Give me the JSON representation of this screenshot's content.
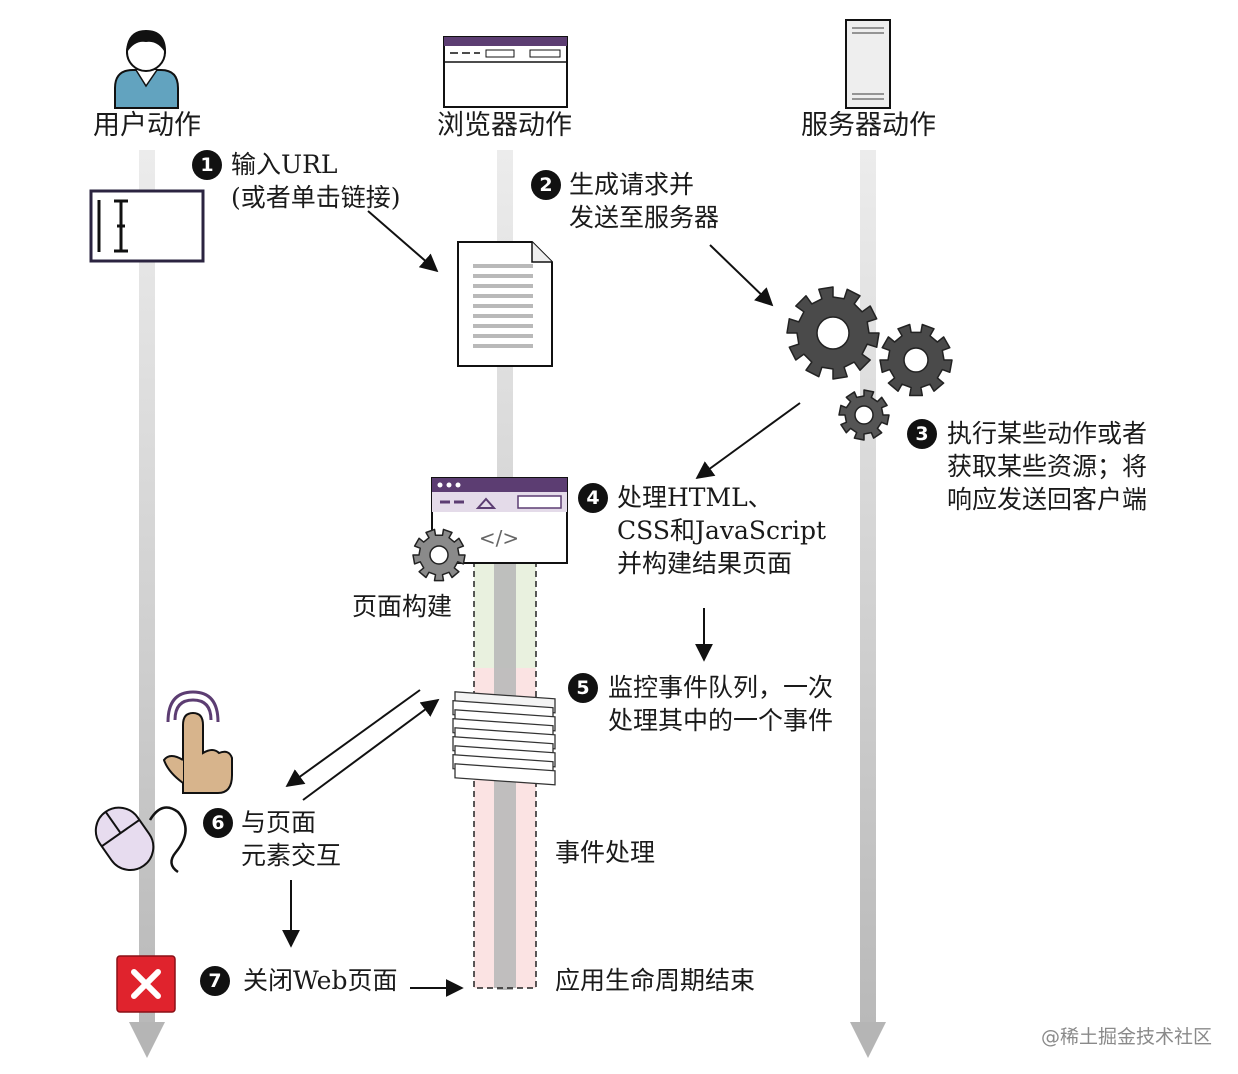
{
  "columns": {
    "user": "用户动作",
    "browser": "浏览器动作",
    "server": "服务器动作"
  },
  "steps": [
    {
      "num": "1",
      "lines": [
        "输入URL",
        "(或者单击链接)"
      ]
    },
    {
      "num": "2",
      "lines": [
        "生成请求并",
        "发送至服务器"
      ]
    },
    {
      "num": "3",
      "lines": [
        "执行某些动作或者",
        "获取某些资源；将",
        "响应发送回客户端"
      ]
    },
    {
      "num": "4",
      "lines": [
        "处理HTML、",
        "CSS和JavaScript",
        "并构建结果页面"
      ]
    },
    {
      "num": "5",
      "lines": [
        "监控事件队列，一次",
        "处理其中的一个事件"
      ]
    },
    {
      "num": "6",
      "lines": [
        "与页面",
        "元素交互"
      ]
    },
    {
      "num": "7",
      "lines": [
        "关闭Web页面"
      ]
    }
  ],
  "labels": {
    "page_build": "页面构建",
    "event_handling": "事件处理",
    "lifecycle_end": "应用生命周期结束",
    "code_glyph": "</>"
  },
  "watermark": "@稀土掘金技术社区",
  "colors": {
    "accent": "#5c3d72",
    "dark": "#111111",
    "gear": "#4a4a4a",
    "close_red": "#e0232d",
    "mouse_fill": "#e7dcef",
    "hand_fill": "#d7b48c",
    "person_fill": "#62a3bf",
    "page_build_band": "#e9f1df",
    "event_band": "#fbe3e3"
  },
  "icons": [
    "user-person-icon",
    "browser-window-icon",
    "server-tower-icon",
    "text-cursor-icon",
    "document-icon",
    "gear-icon",
    "browser-code-icon",
    "event-queue-stack-icon",
    "touch-hand-icon",
    "mouse-icon",
    "close-icon"
  ]
}
